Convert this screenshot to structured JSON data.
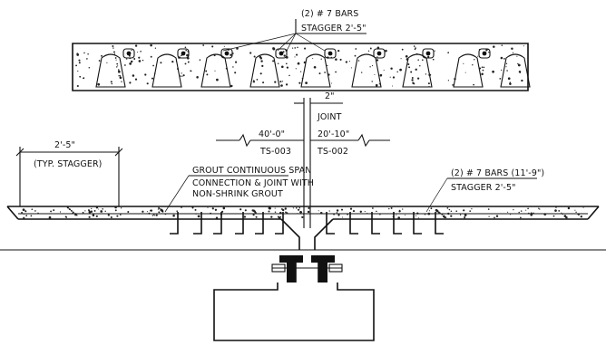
{
  "labels": {
    "plank_bars_line1": "(2) # 7 BARS",
    "plank_bars_line2": "STAGGER 2'-5\"",
    "joint_width": "2\"",
    "joint_word": "JOINT",
    "left_dim": "40'-0\"",
    "left_sheet": "TS-003",
    "right_dim": "20'-10\"",
    "right_sheet": "TS-002",
    "stagger_dim": "2'-5\"",
    "typ_stagger": "(TYP. STAGGER)",
    "grout_line1": "GROUT CONTINUOUS SPAN",
    "grout_line2": "CONNECTION & JOINT WITH",
    "grout_line3": "NON-SHRINK GROUT",
    "deck_bars_line1": "(2) # 7 BARS (11'-9\")",
    "deck_bars_line2": "STAGGER 2'-5\""
  },
  "colors": {
    "ink": "#111111",
    "background": "#ffffff"
  }
}
